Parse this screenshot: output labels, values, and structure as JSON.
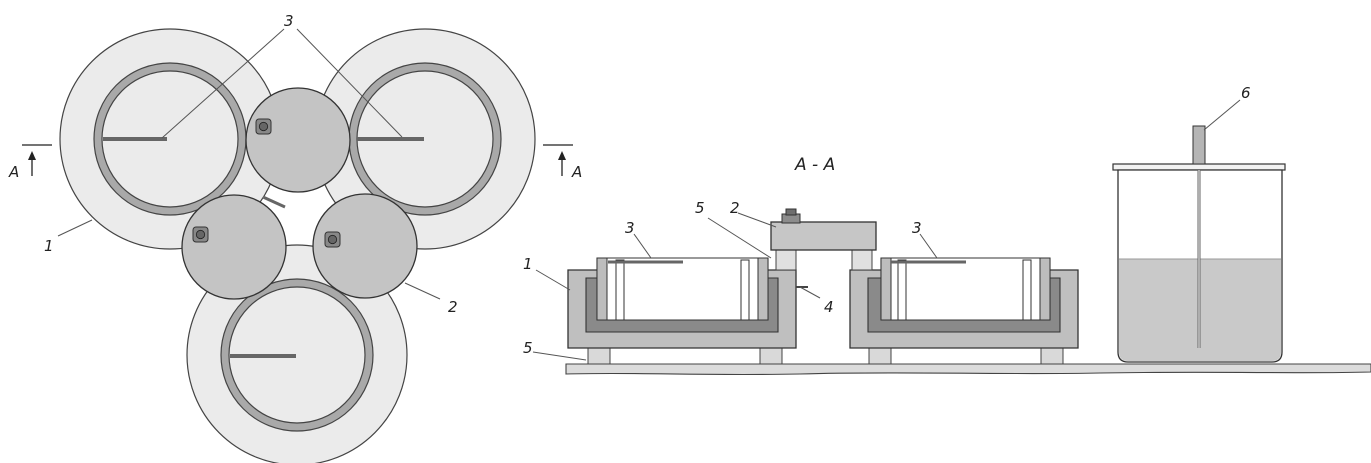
{
  "section_title": "A - A",
  "section_marks": {
    "left": "A",
    "right": "A"
  },
  "callouts": {
    "n1": "1",
    "n2": "2",
    "n3": "3",
    "n4": "4",
    "n5": "5",
    "n6": "6"
  },
  "colors": {
    "light_fill": "#ebebeb",
    "mid_fill": "#c8c8c8",
    "ring_fill": "#a9a9a9",
    "dark_fill": "#8c8c8c",
    "liquid_fill": "#c9c9c9",
    "stroke": "#333333"
  }
}
